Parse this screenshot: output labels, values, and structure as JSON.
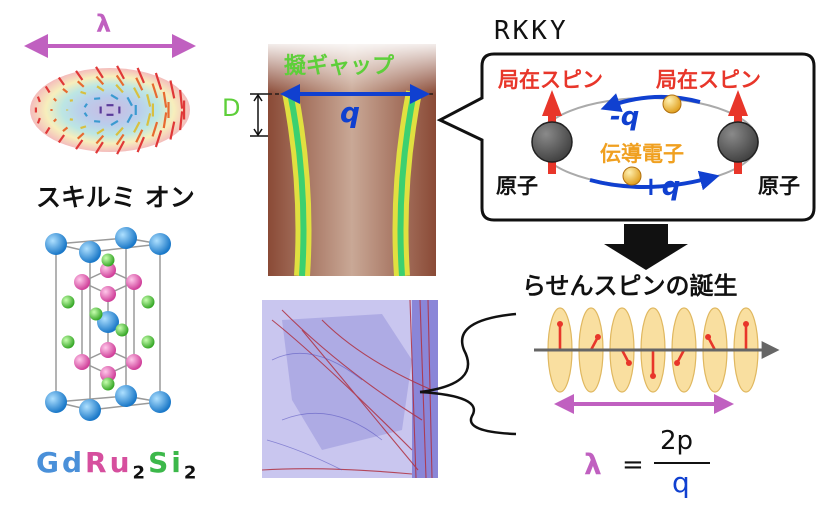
{
  "skyrmion": {
    "lambda_symbol": "λ",
    "label": "スキルミ オン"
  },
  "crystal": {
    "formula_parts": [
      {
        "text": "Gd",
        "color": "#4a90d9",
        "sub": false
      },
      {
        "text": "Ru",
        "color": "#d64f9e",
        "sub": false
      },
      {
        "text": "2",
        "color": "#111111",
        "sub": true
      },
      {
        "text": "Si",
        "color": "#3cb84a",
        "sub": false
      },
      {
        "text": "2",
        "color": "#111111",
        "sub": true
      }
    ]
  },
  "stm": {
    "gap_label": "擬ギャップ",
    "q_label": "q",
    "d_label": "D"
  },
  "rkky": {
    "title": "RKKY",
    "local_spin_left": "局在スピン",
    "local_spin_right": "局在スピン",
    "minus_q": "-q",
    "plus_q": "+q",
    "conduction_electron": "伝導電子",
    "atom_left": "原子",
    "atom_right": "原子"
  },
  "spiral": {
    "title": "らせんスピンの誕生",
    "lambda_symbol": "λ",
    "equals": "=",
    "numerator": "2p",
    "denominator": "q"
  },
  "colors": {
    "lambda": "#c060c0",
    "gap_green": "#5ecf3a",
    "q_blue": "#1040d0",
    "spin_red": "#e8362a",
    "electron_orange": "#f0a020",
    "ellipse_fill": "#f9dfa0"
  }
}
